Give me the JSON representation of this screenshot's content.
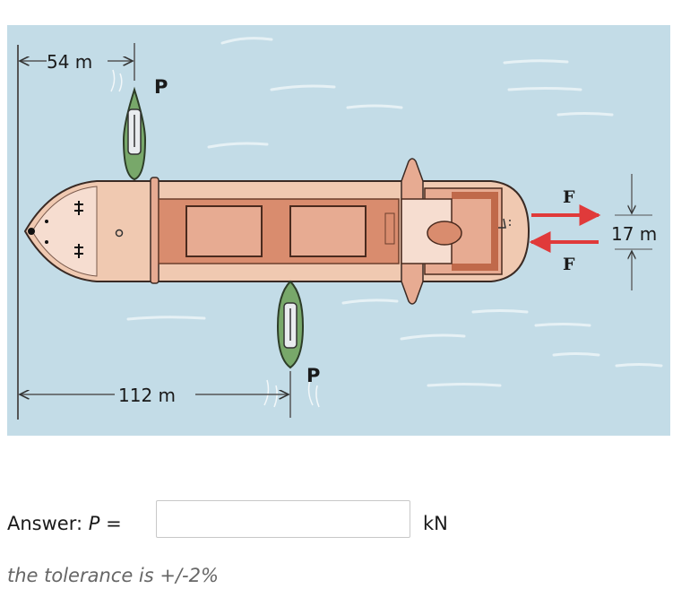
{
  "figure": {
    "labels": {
      "dim_top": "54 m",
      "dim_bottom": "112 m",
      "dim_right": "17 m",
      "force_top": "F",
      "force_bottom": "F",
      "tug_top": "P",
      "tug_bottom": "P"
    },
    "colors": {
      "water": "#c3dce7",
      "hull": "#f0c9b1",
      "deck": "#d98c6e",
      "hold": "#e7ab92",
      "tug": "#78a86a",
      "force_arrow": "#e03a3a"
    }
  },
  "answer": {
    "label_prefix": "Answer: ",
    "label_var": "P",
    "label_suffix": " =",
    "value": "",
    "unit": "kN"
  },
  "tolerance": "the tolerance is +/-2%"
}
